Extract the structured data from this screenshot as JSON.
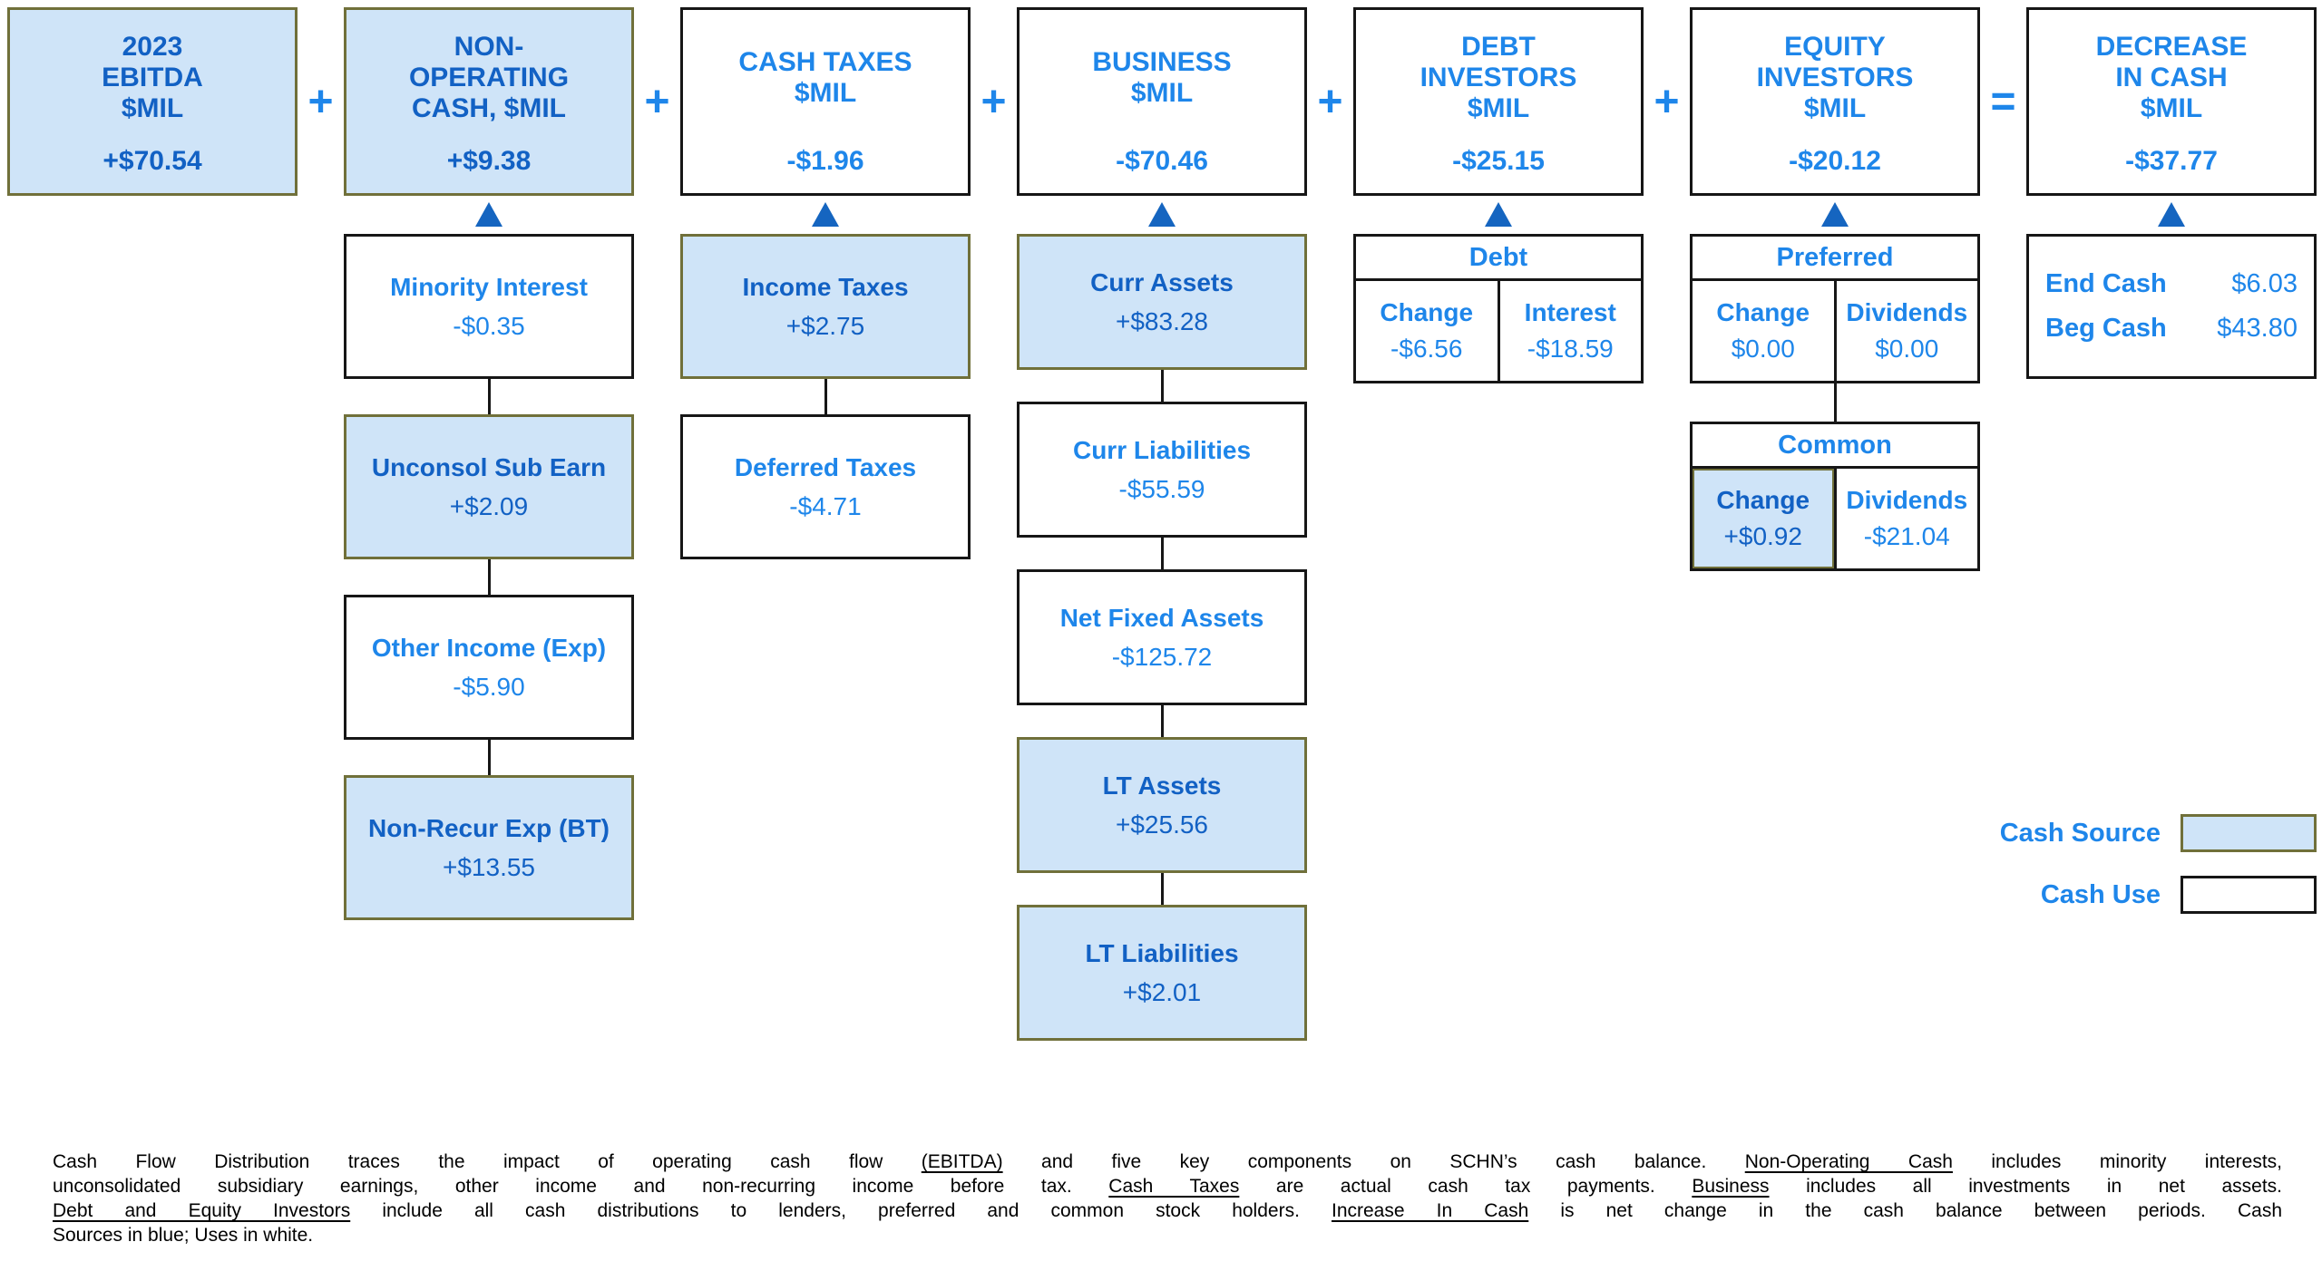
{
  "palette": {
    "cash_source_fill": "#cfe4f8",
    "cash_source_border": "#70703a",
    "cash_use_border": "#161616",
    "text_dark_blue": "#1261c4",
    "text_bright_blue": "#1e86ea",
    "arrow_blue": "#1565c0"
  },
  "operators": [
    "+",
    "+",
    "+",
    "+",
    "+",
    "="
  ],
  "columns": [
    {
      "name": "ebitda",
      "header": {
        "title": "2023\nEBITDA\n$MIL",
        "value": "+$70.54",
        "style": "source"
      }
    },
    {
      "name": "non-operating-cash",
      "header": {
        "title": "NON-\nOPERATING\nCASH, $MIL",
        "value": "+$9.38",
        "style": "source"
      },
      "children": [
        {
          "label": "Minority Interest",
          "value": "-$0.35",
          "style": "use"
        },
        {
          "label": "Unconsol Sub Earn",
          "value": "+$2.09",
          "style": "source"
        },
        {
          "label": "Other Income (Exp)",
          "value": "-$5.90",
          "style": "use"
        },
        {
          "label": "Non-Recur Exp (BT)",
          "value": "+$13.55",
          "style": "source"
        }
      ]
    },
    {
      "name": "cash-taxes",
      "header": {
        "title": "CASH TAXES\n$MIL",
        "value": "-$1.96",
        "style": "use"
      },
      "children": [
        {
          "label": "Income Taxes",
          "value": "+$2.75",
          "style": "source"
        },
        {
          "label": "Deferred Taxes",
          "value": "-$4.71",
          "style": "use"
        }
      ]
    },
    {
      "name": "business",
      "header": {
        "title": "BUSINESS\n$MIL",
        "value": "-$70.46",
        "style": "use"
      },
      "children": [
        {
          "label": "Curr Assets",
          "value": "+$83.28",
          "style": "source"
        },
        {
          "label": "Curr Liabilities",
          "value": "-$55.59",
          "style": "use"
        },
        {
          "label": "Net Fixed Assets",
          "value": "-$125.72",
          "style": "use"
        },
        {
          "label": "LT Assets",
          "value": "+$25.56",
          "style": "source"
        },
        {
          "label": "LT Liabilities",
          "value": "+$2.01",
          "style": "source"
        }
      ]
    },
    {
      "name": "debt-investors",
      "header": {
        "title": "DEBT\nINVESTORS\n$MIL",
        "value": "-$25.15",
        "style": "use"
      },
      "table": {
        "title": "Debt",
        "cells": [
          {
            "label": "Change",
            "value": "-$6.56",
            "style": "use"
          },
          {
            "label": "Interest",
            "value": "-$18.59",
            "style": "use"
          }
        ]
      }
    },
    {
      "name": "equity-investors",
      "header": {
        "title": "EQUITY\nINVESTORS\n$MIL",
        "value": "-$20.12",
        "style": "use"
      },
      "tables": [
        {
          "title": "Preferred",
          "cells": [
            {
              "label": "Change",
              "value": "$0.00",
              "style": "use"
            },
            {
              "label": "Dividends",
              "value": "$0.00",
              "style": "use"
            }
          ]
        },
        {
          "title": "Common",
          "cells": [
            {
              "label": "Change",
              "value": "+$0.92",
              "style": "source"
            },
            {
              "label": "Dividends",
              "value": "-$21.04",
              "style": "use"
            }
          ]
        }
      ]
    },
    {
      "name": "decrease-in-cash",
      "header": {
        "title": "DECREASE\nIN CASH\n$MIL",
        "value": "-$37.77",
        "style": "use"
      },
      "cash_summary": [
        {
          "label": "End Cash",
          "value": "$6.03"
        },
        {
          "label": "Beg Cash",
          "value": "$43.80"
        }
      ]
    }
  ],
  "legend": [
    {
      "label": "Cash Source",
      "style": "source"
    },
    {
      "label": "Cash Use",
      "style": "use"
    }
  ],
  "footnote": {
    "lines": [
      [
        {
          "t": "Cash Flow Distribution traces the impact of operating cash flow ",
          "u": false
        },
        {
          "t": "(EBITDA)",
          "u": true
        },
        {
          "t": " and five key components on SCHN’s cash balance. ",
          "u": false
        },
        {
          "t": "Non-Operating Cash",
          "u": true
        },
        {
          "t": " includes minority interests,",
          "u": false
        }
      ],
      [
        {
          "t": "unconsolidated subsidiary earnings, other income and non-recurring income before tax. ",
          "u": false
        },
        {
          "t": "Cash Taxes",
          "u": true
        },
        {
          "t": " are actual cash tax payments. ",
          "u": false
        },
        {
          "t": "Business",
          "u": true
        },
        {
          "t": " includes all investments in net assets.",
          "u": false
        }
      ],
      [
        {
          "t": "Debt and Equity Investors",
          "u": true
        },
        {
          "t": " include all cash distributions to lenders, preferred and common stock holders. ",
          "u": false
        },
        {
          "t": "Increase In Cash",
          "u": true
        },
        {
          "t": " is net change in the cash balance between periods. Cash",
          "u": false
        }
      ],
      [
        {
          "t": "Sources in blue; Uses in white.",
          "u": false
        }
      ]
    ]
  }
}
